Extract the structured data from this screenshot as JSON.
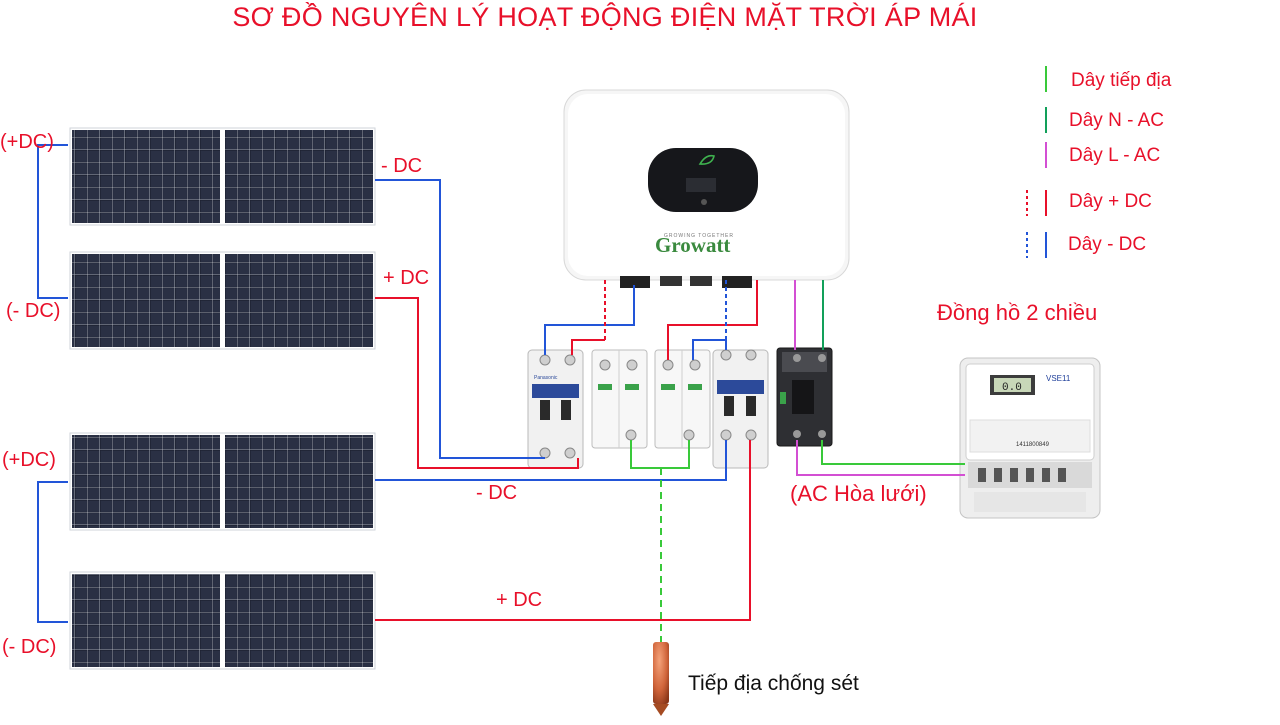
{
  "title": "SƠ ĐỒ NGUYÊN LÝ HOẠT ĐỘNG ĐIỆN MẶT TRỜI ÁP MÁI",
  "inverter": {
    "brand": "Growatt",
    "tagline": "GROWING TOGETHER"
  },
  "panel_labels": {
    "p1_pos": "(+DC)",
    "p1_neg": "- DC",
    "p2_neg": "(- DC)",
    "p2_pos": "+ DC",
    "p3_pos": "(+DC)",
    "p3_neg": "- DC",
    "p4_neg": "(- DC)",
    "p4_pos": "+ DC"
  },
  "meter": {
    "caption": "Đồng hồ 2 chiều",
    "model": "VSE11",
    "display": "0.0",
    "serial": "1411800849"
  },
  "ac_label": "(AC Hòa lưới)",
  "ground_label": "Tiếp địa chống sét",
  "breaker_brand": "Panasonic",
  "legend": [
    {
      "label": "Dây tiếp địa",
      "color": "#39c93a",
      "style": "solid"
    },
    {
      "label": "Dây N - AC",
      "color": "#12a05a",
      "style": "solid"
    },
    {
      "label": "Dây L - AC",
      "color": "#d34fd3",
      "style": "solid"
    },
    {
      "label": "Dây + DC",
      "color": "#e8102a",
      "style": "dashed+solid"
    },
    {
      "label": "Dây - DC",
      "color": "#2255d8",
      "style": "dashed+solid"
    }
  ],
  "colors": {
    "red": "#e8102a",
    "blue": "#2255d8",
    "green": "#39c93a",
    "n_ac": "#12a05a",
    "magenta": "#d34fd3"
  }
}
